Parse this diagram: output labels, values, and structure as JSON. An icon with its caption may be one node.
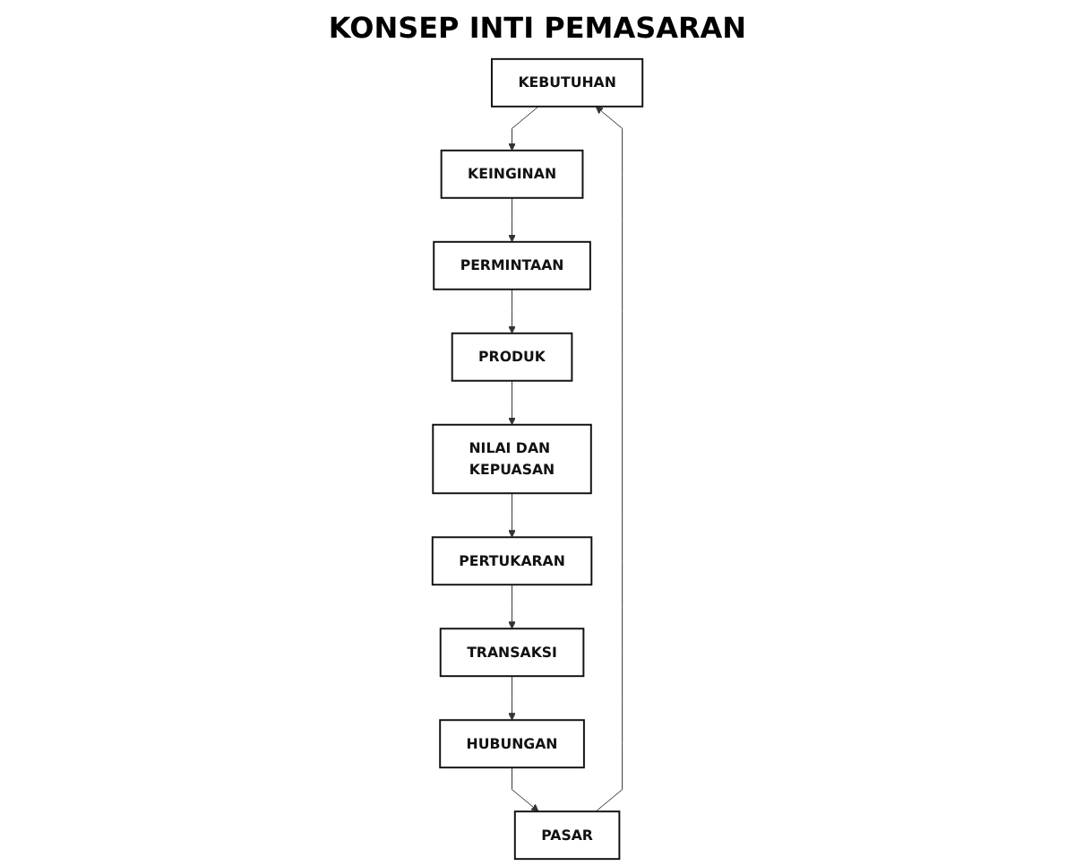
{
  "diagram": {
    "title": "KONSEP INTI PEMASARAN",
    "nodes": [
      {
        "text": [
          "KEBUTUHAN"
        ]
      },
      {
        "text": [
          "KEINGINAN"
        ]
      },
      {
        "text": [
          "PERMINTAAN"
        ]
      },
      {
        "text": [
          "PRODUK"
        ]
      },
      {
        "text": [
          "NILAI DAN KEPUASAN"
        ]
      },
      {
        "text": [
          "PERTUKARAN"
        ]
      },
      {
        "text": [
          "TRANSAKSI"
        ]
      },
      {
        "text": [
          "HUBUNGAN"
        ]
      },
      {
        "text": [
          "PASAR"
        ]
      }
    ],
    "edges": [
      {
        "from": 0,
        "to": 1,
        "arrow": "to"
      },
      {
        "from": 1,
        "to": 2,
        "arrow": "to"
      },
      {
        "from": 2,
        "to": 3,
        "arrow": "to"
      },
      {
        "from": 3,
        "to": 4,
        "arrow": "to"
      },
      {
        "from": 4,
        "to": 5,
        "arrow": "to"
      },
      {
        "from": 5,
        "to": 6,
        "arrow": "to"
      },
      {
        "from": 6,
        "to": 7,
        "arrow": "to"
      },
      {
        "from": 7,
        "to": 8,
        "arrow": "to"
      },
      {
        "from": 8,
        "to": 0,
        "arrow": "to"
      }
    ]
  }
}
